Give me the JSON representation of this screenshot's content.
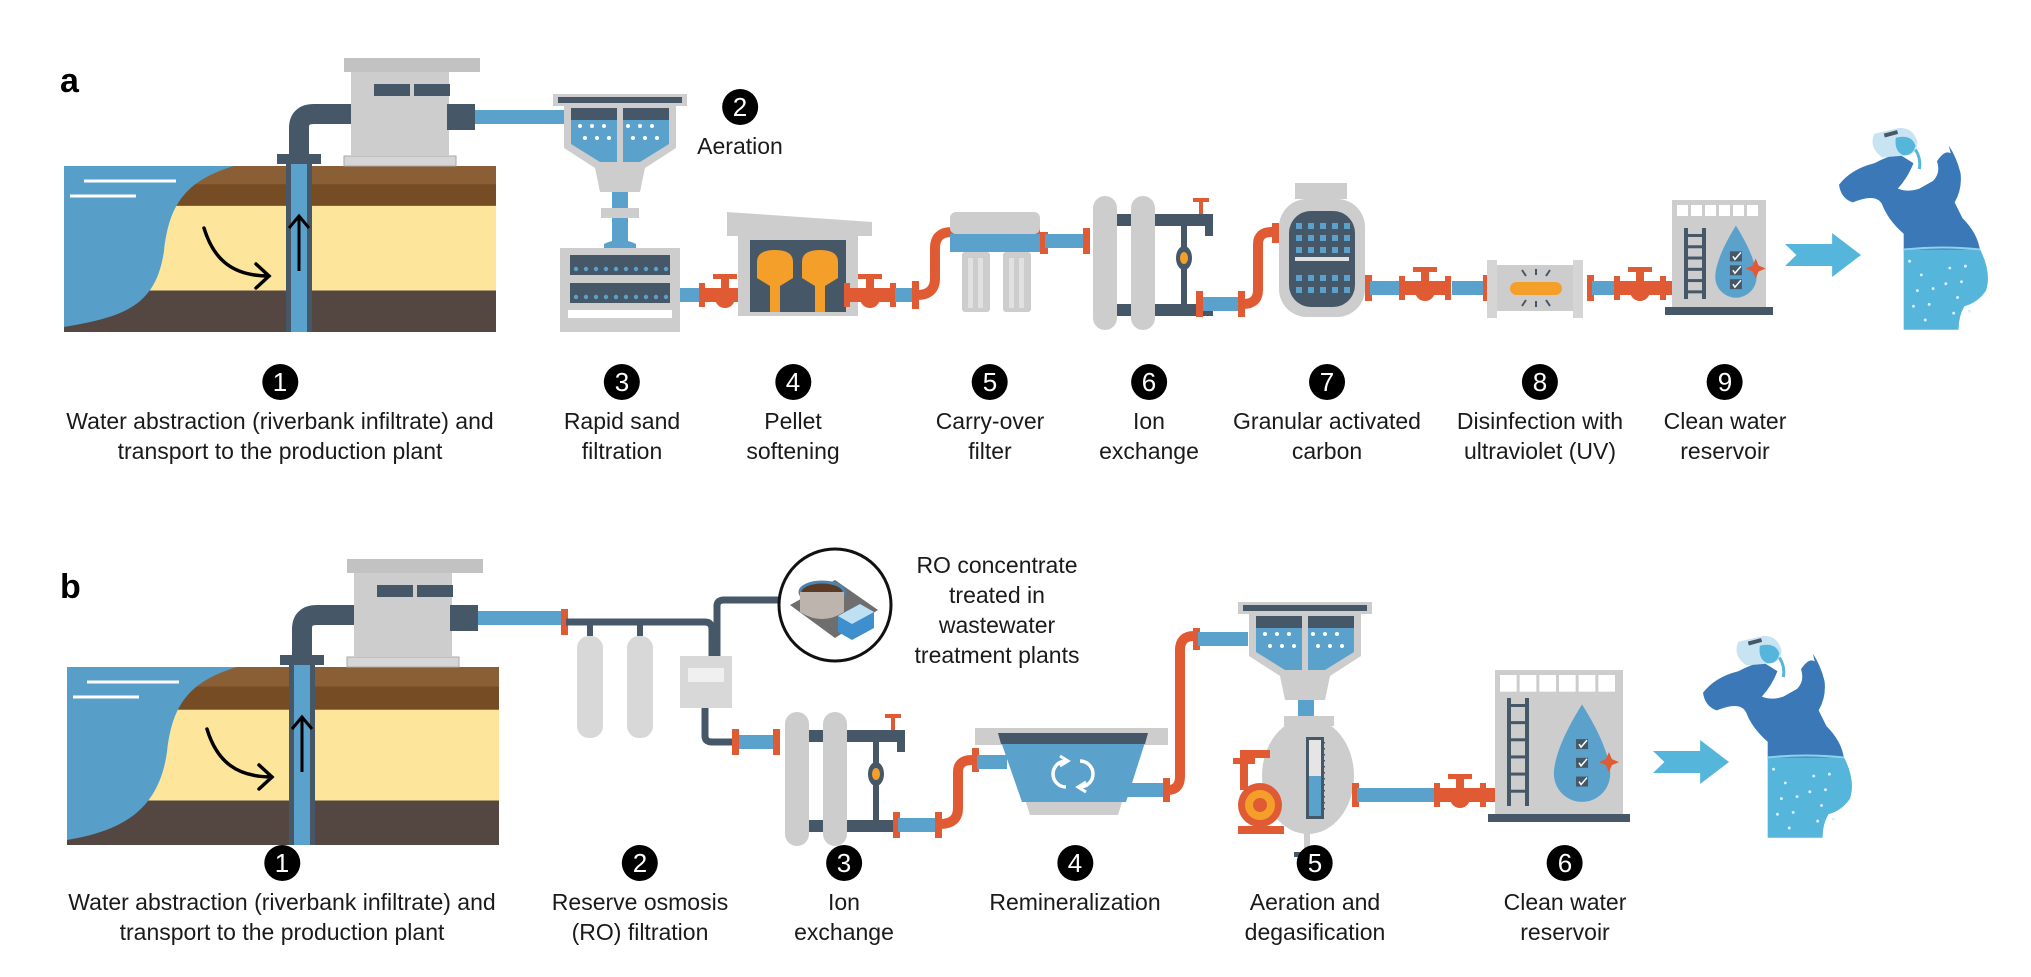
{
  "figure": {
    "panels": [
      {
        "id": "a",
        "letter": "a",
        "steps": [
          {
            "number": "1",
            "label": [
              "Water abstraction (riverbank infiltrate) and",
              "transport to the production plant"
            ]
          },
          {
            "number": "2",
            "label": [
              "Aeration"
            ]
          },
          {
            "number": "3",
            "label": [
              "Rapid sand",
              "filtration"
            ]
          },
          {
            "number": "4",
            "label": [
              "Pellet",
              "softening"
            ]
          },
          {
            "number": "5",
            "label": [
              "Carry-over",
              "filter"
            ]
          },
          {
            "number": "6",
            "label": [
              "Ion",
              "exchange"
            ]
          },
          {
            "number": "7",
            "label": [
              "Granular activated",
              "carbon"
            ]
          },
          {
            "number": "8",
            "label": [
              "Disinfection with",
              "ultraviolet (UV)"
            ]
          },
          {
            "number": "9",
            "label": [
              "Clean water",
              "reservoir"
            ]
          }
        ]
      },
      {
        "id": "b",
        "letter": "b",
        "steps": [
          {
            "number": "1",
            "label": [
              "Water abstraction (riverbank infiltrate) and",
              "transport to the production plant"
            ]
          },
          {
            "number": "2",
            "label": [
              "Reserve osmosis",
              "(RO) filtration"
            ]
          },
          {
            "number": "3",
            "label": [
              "Ion",
              "exchange"
            ]
          },
          {
            "number": "4",
            "label": [
              "Remineralization"
            ]
          },
          {
            "number": "5",
            "label": [
              "Aeration and",
              "degasification"
            ]
          },
          {
            "number": "6",
            "label": [
              "Clean water",
              "reservoir"
            ]
          }
        ],
        "note": [
          "RO concentrate",
          "treated in",
          "wastewater",
          "treatment plants"
        ]
      }
    ],
    "colors": {
      "water": "#579fc9",
      "pipe_blue": "#5aa2cb",
      "pipe_dark": "#465868",
      "pipe_orange": "#e05a33",
      "equipment_grey": "#cdcdcd",
      "soil_top": "#8a5f36",
      "soil_mid": "#754c24",
      "sand": "#fde59b",
      "bedrock": "#544641",
      "orange_accent": "#f59f2b",
      "person_dark": "#3b78b8",
      "person_light": "#56b5da",
      "arrow": "#56b5da"
    }
  }
}
